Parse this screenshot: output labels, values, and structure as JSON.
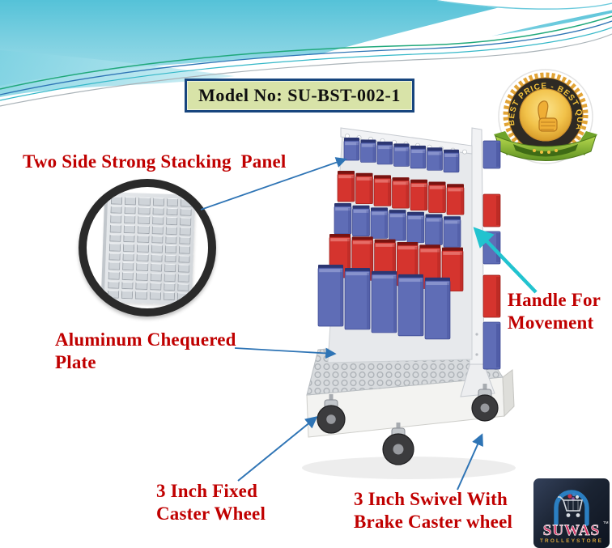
{
  "model_box": {
    "text": "Model No: SU-BST-002-1"
  },
  "badge": {
    "ring_text": "BEST PRICE - BEST QUALITY"
  },
  "callouts": {
    "stacking_panel": "Two Side Strong Stacking  Panel",
    "chequered_plate": "Aluminum Chequered\nPlate",
    "fixed_caster": "3 Inch Fixed\nCaster Wheel",
    "swivel_caster": "3 Inch Swivel With\nBrake Caster wheel",
    "handle": "Handle For\nMovement"
  },
  "logo": {
    "brand": "SUWAS",
    "subtitle": "TROLLEYSTORE",
    "tm": "TM"
  },
  "product": {
    "bin_rows": [
      {
        "color": "blue",
        "count": 7
      },
      {
        "color": "red",
        "count": 7
      },
      {
        "color": "blue",
        "count": 7
      },
      {
        "color": "red",
        "count": 6
      },
      {
        "color": "blue",
        "count": 5
      }
    ],
    "back_tabs": [
      "blue",
      "red",
      "blue",
      "red",
      "blue"
    ]
  },
  "colors": {
    "label_red": "#C00000",
    "arrow_blue": "#2E74B5",
    "arrow_cyan": "#22C3CF",
    "bin_red": "#D5342E",
    "bin_blue": "#5F6DB6",
    "model_box_bg": "#D8E3A8",
    "model_box_border": "#17457E",
    "wave_teal": "#4FC0D6"
  }
}
